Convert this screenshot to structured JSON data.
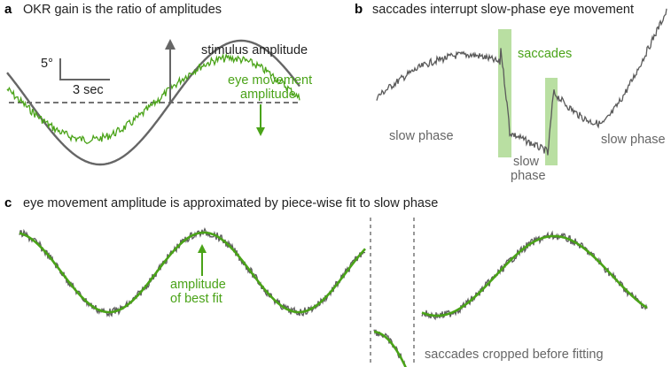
{
  "panels": {
    "a": {
      "letter": "a",
      "title": "OKR gain is the ratio of amplitudes",
      "scalebar_deg": "5°",
      "scalebar_time": "3 sec",
      "stimulus_label": "stimulus amplitude",
      "eye_label_line1": "eye movement",
      "eye_label_line2": "amplitude"
    },
    "b": {
      "letter": "b",
      "title": "saccades interrupt slow-phase eye movement",
      "saccades_label": "saccades",
      "slow_phase_left": "slow phase",
      "slow_phase_mid_line1": "slow",
      "slow_phase_mid_line2": "phase",
      "slow_phase_right": "slow phase"
    },
    "c": {
      "letter": "c",
      "title": "eye movement amplitude is approximated by piece-wise fit to slow phase",
      "fit_label_line1": "amplitude",
      "fit_label_line2": "of best fit",
      "cropped_label": "saccades cropped before fitting"
    }
  },
  "colors": {
    "stimulus": "#666666",
    "eye_trace": "#4aa318",
    "raw_trace": "#5a5a5a",
    "fit": "#4aa318",
    "saccade_highlight": "#b9dfa2",
    "text": "#222222"
  }
}
